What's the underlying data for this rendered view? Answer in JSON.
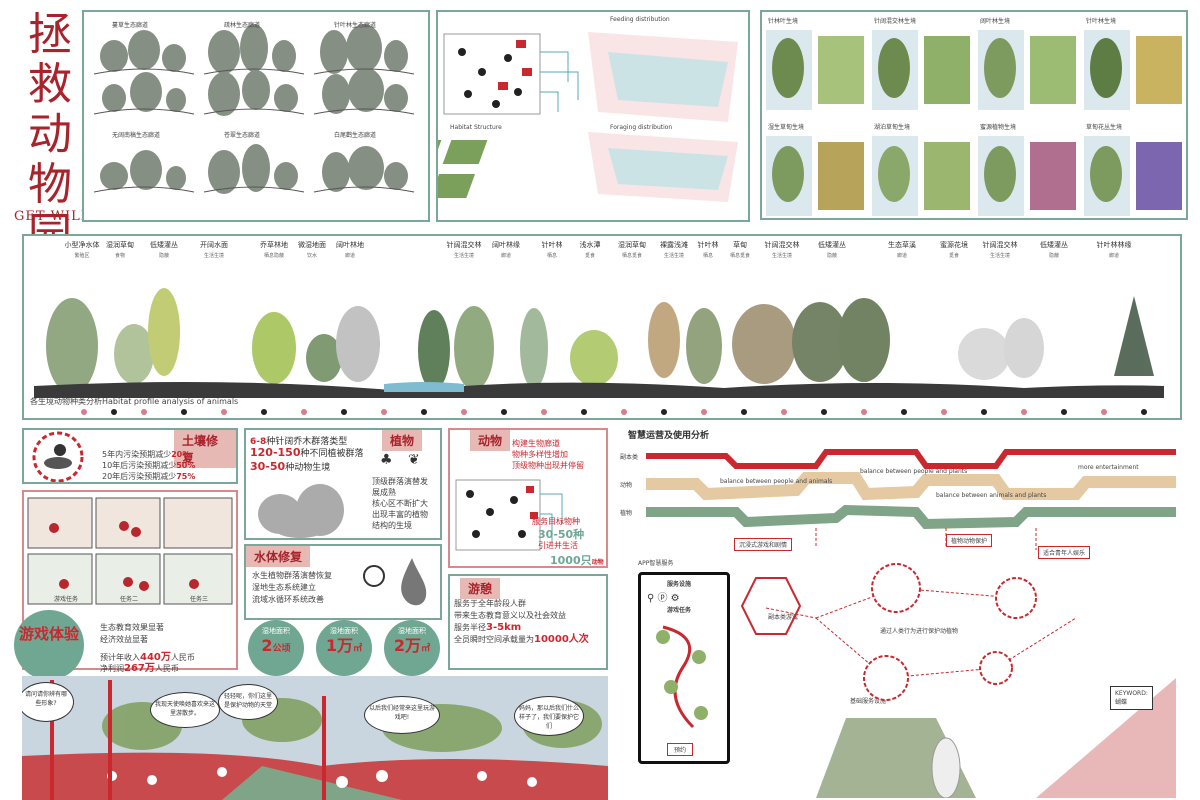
{
  "poster": {
    "title_cn_chars": [
      "拯",
      "救",
      "动",
      "物",
      "园"
    ],
    "title_en": "GET WILD"
  },
  "corridor_panel": {
    "sections": [
      "蔓草生态廊道",
      "疏林生态廊道",
      "针叶林生态廊道",
      "无阔南稿生态廊道",
      "苍翠生态廊道",
      "白尾鹳生态廊道"
    ]
  },
  "food_web_panel": {
    "headers": [
      "Feeding distribution",
      "Foraging distribution",
      "Habitat Structure"
    ]
  },
  "plant_panel": {
    "sections": [
      "针林叶生境",
      "针阔混交林生境",
      "阔叶林生境",
      "针叶林生境",
      "湿生草甸生境",
      "湖泊草甸生境",
      "蜜源植物生境",
      "草甸花丛生境"
    ]
  },
  "profile": {
    "caption": "各生境动物种类分析Habitat profile analysis of animals",
    "labels": [
      {
        "name": "小型净水体",
        "sub": "繁殖区"
      },
      {
        "name": "湿润草甸",
        "sub": "食物"
      },
      {
        "name": "低矮灌丛",
        "sub": "隐蔽"
      },
      {
        "name": "开阔水面",
        "sub": "生活生境"
      },
      {
        "name": "乔草林地",
        "sub": "栖息隐蔽"
      },
      {
        "name": "微湿地面",
        "sub": "饮水"
      },
      {
        "name": "阔叶林地",
        "sub": "廊道"
      },
      {
        "name": "针阔混交林",
        "sub": "生活生境"
      },
      {
        "name": "阔叶林缘",
        "sub": "廊道"
      },
      {
        "name": "针叶林",
        "sub": "栖息"
      },
      {
        "name": "浅水潭",
        "sub": "觅食"
      },
      {
        "name": "湿润草甸",
        "sub": "栖息觅食"
      },
      {
        "name": "裸露浅滩",
        "sub": "生活生境"
      },
      {
        "name": "针叶林",
        "sub": "栖息"
      },
      {
        "name": "草甸",
        "sub": "栖息觅食"
      },
      {
        "name": "针阔混交林",
        "sub": "生活生境"
      },
      {
        "name": "低矮灌丛",
        "sub": "隐蔽"
      },
      {
        "name": "生态草溪",
        "sub": "廊道"
      },
      {
        "name": "蜜源花境",
        "sub": "觅食"
      },
      {
        "name": "针阔混交林",
        "sub": "生活生境"
      },
      {
        "name": "低矮灌丛",
        "sub": "隐蔽"
      },
      {
        "name": "针叶林林缘",
        "sub": "廊道"
      }
    ]
  },
  "soil": {
    "tag": "土壤修复",
    "line1_text": "5年内污染预期减少",
    "line1_pct": "20%",
    "line2_text": "10年后污染预期减少",
    "line2_pct": "50%",
    "line3_text": "20年后污染预期减少",
    "line3_pct": "75%"
  },
  "plants": {
    "tag": "植物",
    "stat1_num": "6-8",
    "stat1_text": "种针阔乔木群落类型",
    "stat2_num": "120-150",
    "stat2_text": "种不同植被群落",
    "stat3_num": "30-50",
    "stat3_text": "种动物生境",
    "desc1": "顶级群落演替发",
    "desc2": "展成熟",
    "desc3": "核心区不断扩大",
    "desc4": "出现丰富的植物",
    "desc5": "结构的生境"
  },
  "animals": {
    "tag": "动物",
    "line1": "构建生物廊道",
    "line2": "物种多样性增加",
    "line3": "顶级物种出现并停留",
    "target": "服务目标物种",
    "species_num": "30-50种",
    "species_text": "引进并生活",
    "count_num": "1000只",
    "count_text": "动物"
  },
  "water": {
    "tag": "水体修复",
    "line1": "水生植物群落演替恢复",
    "line2": "湿地生态系统建立",
    "line3": "流域水循环系统改善"
  },
  "wetland": {
    "items": [
      {
        "label": "湿地面积",
        "value": "2",
        "unit": "公顷"
      },
      {
        "label": "湿地面积",
        "value": "1万",
        "unit": "㎡"
      },
      {
        "label": "湿地面积",
        "value": "2万",
        "unit": "㎡"
      }
    ]
  },
  "leisure": {
    "tag": "游憩",
    "line1": "服务于全年龄段人群",
    "line2": "带来生态教育意义以及社会效益",
    "radius_label": "服务半径",
    "radius_value": "3-5km",
    "capacity_label": "全员瞬时空间承载量为",
    "capacity_value": "10000人次"
  },
  "game": {
    "circle_text": "游戏体验",
    "edu1": "生态教育效果显著",
    "edu2": "经济效益显著",
    "income_label": "预计年收入",
    "income_value": "440万",
    "income_unit": "人民币",
    "profit_label": "净利润",
    "profit_value": "267万",
    "profit_unit": "人民币",
    "comic_caption1": "游戏任务",
    "comic_caption2": "任务二",
    "comic_caption3": "任务三"
  },
  "bottom_scene": {
    "bubbles": [
      "请问请你辨有哪些形象?",
      "我现天使唤她喜欢来这里游散步。",
      "轻轻呢，你们这里是保护动物的天堂",
      "以后我们经常来这里玩游戏吧!",
      "妈妈，那以后我们什么样子了，我们要保护它们"
    ]
  },
  "smart": {
    "title": "智慧运营及使用分析",
    "row_labels": [
      "副本类",
      "动物",
      "植物"
    ],
    "wave_labels": [
      "balance between people and animals",
      "balance between people and plants",
      "more entertainment",
      "balance between animals and plants"
    ],
    "node_labels": [
      "沉浸式游戏和剧情",
      "植物动物保护",
      "APP智慧服务",
      "副本类游戏",
      "适合青年人娱乐",
      "通过人类行为进行保护动植物",
      "基础服务设施"
    ],
    "app_title1": "服务设施",
    "app_title2": "游戏任务",
    "app_button": "预约",
    "keyword": "KEYWORD:\n蝴蝶"
  },
  "colors": {
    "teal_border": "#7aa79a",
    "title_red": "#a8232b",
    "accent_red": "#c9282e",
    "tag_pink": "#e7b9b4",
    "wave_red": "#c9282e",
    "wave_tan": "#e4c9a3",
    "wave_green": "#7fa487"
  }
}
